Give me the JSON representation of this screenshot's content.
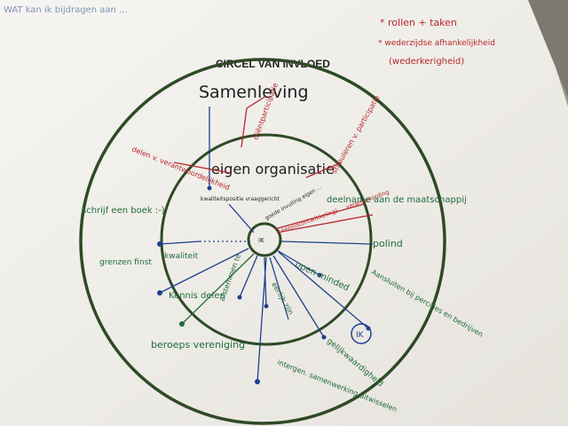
{
  "header": {
    "question": "WAT kan ik bijdragen aan ...",
    "title": "CIRCEL VAN INVLOED"
  },
  "notes_top_right": {
    "line1": "* rollen + taken",
    "line2": "* wederzijdse afhankelijkheid",
    "line3": "(wederkerigheid)"
  },
  "rings": {
    "outer": "Samenleving",
    "middle": "eigen organisatie",
    "center": "IK"
  },
  "labels": {
    "cliëntparticipatie": "cliëntparticipatie",
    "delen_verantwoordelijkheid": "delen v. verantwoordelijkheid",
    "stimuleren_participatie": "stimuleren v. participatie",
    "kwaliteitsverhaal": "kwaliteitspositie vraaggericht",
    "goede_invulling": "goede invulling eigen ...",
    "kennis_ontwikkeling": "kennis(ontwikkeling) ... verantwoording",
    "deelnemer": "deelname aan de maatschappij",
    "schrijf_boek": "schrijf een boek :-)",
    "kwaliteitsvol": "kwaliteit",
    "polind": "polind",
    "grenzen": "grenzen finst",
    "kennis_delen": "Kennis delen",
    "open_minded": "open minded",
    "aansluiten": "Aansluiten bij percities en bedrijven",
    "afstemmen": "afstemmen te",
    "eerlijk": "eerlijk zijn",
    "beroeps": "beroeps vereniging",
    "gelijkwaardigheid": "gelijkwaardigheid",
    "intergen": "intergen. samenwerking uitwisselen",
    "ik_small": "IK"
  },
  "colors": {
    "paper": "#f3f1ec",
    "ring": "#2f4a26",
    "red": "#b8262c",
    "green": "#1f6b3a",
    "blue": "#1f3f8f"
  }
}
